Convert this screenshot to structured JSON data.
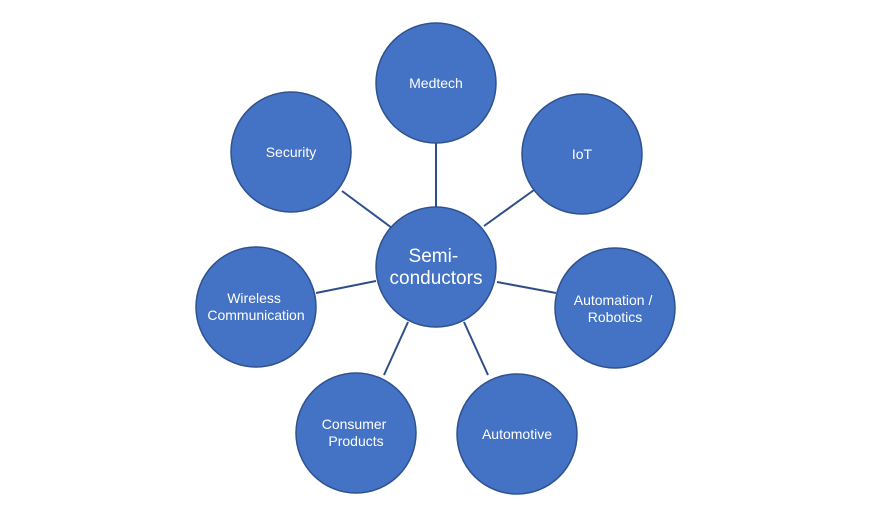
{
  "diagram": {
    "center": {
      "lines": [
        "Semi-",
        "conductors"
      ]
    },
    "nodes": [
      {
        "id": "medtech",
        "lines": [
          "Medtech"
        ]
      },
      {
        "id": "iot",
        "lines": [
          "IoT"
        ]
      },
      {
        "id": "automation-robotics",
        "lines": [
          "Automation /",
          "Robotics"
        ]
      },
      {
        "id": "automotive",
        "lines": [
          "Automotive"
        ]
      },
      {
        "id": "consumer-products",
        "lines": [
          "Consumer",
          "Products"
        ]
      },
      {
        "id": "wireless-communication",
        "lines": [
          "Wireless",
          "Communication"
        ]
      },
      {
        "id": "security",
        "lines": [
          "Security"
        ]
      }
    ],
    "colors": {
      "node_fill": "#4472c4",
      "node_stroke": "#2f528f",
      "connector": "#2f4f8a",
      "text": "#ffffff"
    }
  }
}
